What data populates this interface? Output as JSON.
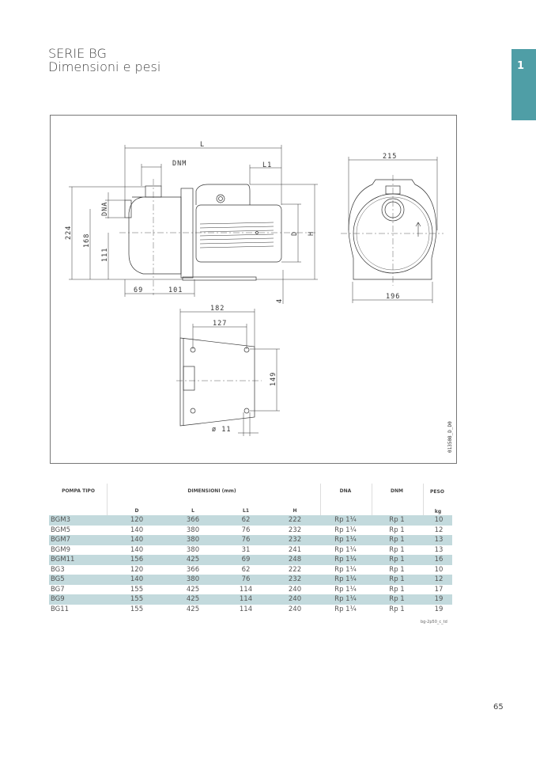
{
  "header": {
    "series": "SERIE BG",
    "subtitle": "Dimensioni e pesi"
  },
  "section_tab": "1",
  "drawing": {
    "labels": {
      "L": "L",
      "DNM": "DNM",
      "L1": "L1",
      "DNA": "DNA",
      "d224": "224",
      "d168": "168",
      "d111": "111",
      "D": "D",
      "H": "H",
      "d69": "69",
      "d101": "101",
      "d4": "4",
      "d215": "215",
      "d196": "196",
      "d182": "182",
      "d127": "127",
      "d149": "149",
      "d11": "ø 11"
    },
    "code": "013508_D_D0"
  },
  "table": {
    "headers": {
      "model": "POMPA TIPO",
      "dims": "DIMENSIONI (mm)",
      "dna": "DNA",
      "dnm": "DNM",
      "peso": "PESO"
    },
    "subheaders": {
      "D": "D",
      "L": "L",
      "L1": "L1",
      "H": "H",
      "kg": "kg"
    },
    "rows": [
      [
        "BGM3",
        "120",
        "366",
        "62",
        "222",
        "Rp 1¼",
        "Rp 1",
        "10"
      ],
      [
        "BGM5",
        "140",
        "380",
        "76",
        "232",
        "Rp 1¼",
        "Rp 1",
        "12"
      ],
      [
        "BGM7",
        "140",
        "380",
        "76",
        "232",
        "Rp 1¼",
        "Rp 1",
        "13"
      ],
      [
        "BGM9",
        "140",
        "380",
        "31",
        "241",
        "Rp 1¼",
        "Rp 1",
        "13"
      ],
      [
        "BGM11",
        "156",
        "425",
        "69",
        "248",
        "Rp 1¼",
        "Rp 1",
        "16"
      ],
      [
        "BG3",
        "120",
        "366",
        "62",
        "222",
        "Rp 1¼",
        "Rp 1",
        "10"
      ],
      [
        "BG5",
        "140",
        "380",
        "76",
        "232",
        "Rp 1¼",
        "Rp 1",
        "12"
      ],
      [
        "BG7",
        "155",
        "425",
        "114",
        "240",
        "Rp 1¼",
        "Rp 1",
        "17"
      ],
      [
        "BG9",
        "155",
        "425",
        "114",
        "240",
        "Rp 1¼",
        "Rp 1",
        "19"
      ],
      [
        "BG11",
        "155",
        "425",
        "114",
        "240",
        "Rp 1¼",
        "Rp 1",
        "19"
      ]
    ],
    "code": "bg-2p50_c_td"
  },
  "page_number": "65"
}
